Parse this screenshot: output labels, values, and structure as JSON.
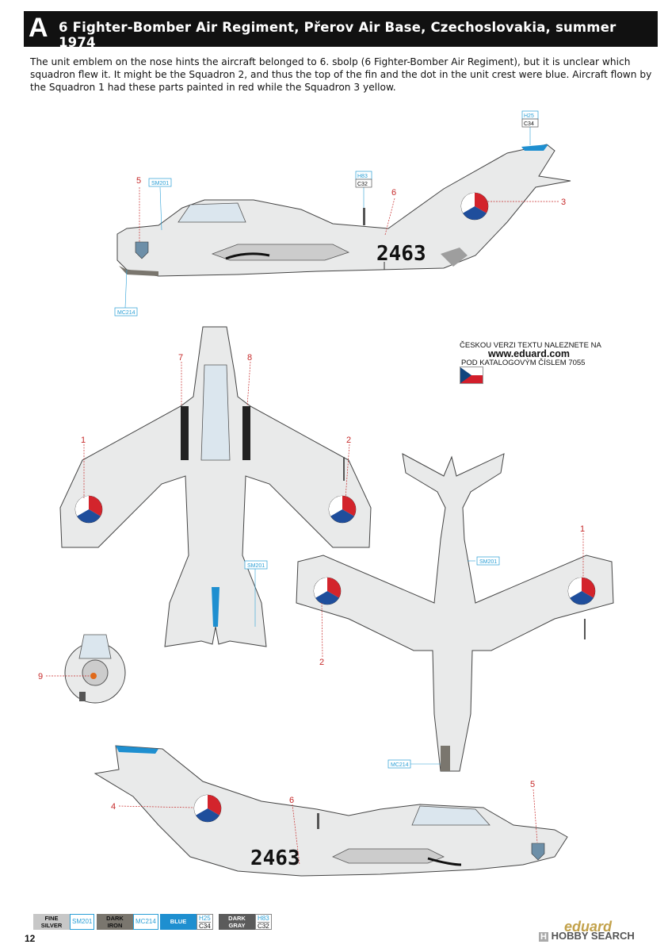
{
  "header": {
    "letter": "A",
    "title": "6 Fighter-Bomber Air Regiment, Přerov Air Base, Czechoslovakia, summer 1974"
  },
  "intro_text": "The unit emblem on the nose hints the aircraft belonged to 6. sbolp (6 Fighter-Bomber Air Regiment), but it is unclear which squadron flew it. It might be the Squadron 2, and thus the top of the fin and the dot in the unit crest were blue. Aircraft flown by the Squadron 1 had these parts painted in red while the Squadron 3 yellow.",
  "czech_note": {
    "line1": "ČESKOU VERZI TEXTU NALEZNETE NA",
    "url": "www.eduard.com",
    "line2": "POD KATALOGOVÝM ČÍSLEM 7055"
  },
  "serial": "2463",
  "paint_tags": {
    "sm201": "SM201",
    "mc214": "MC214",
    "h25": "H25",
    "c34": "C34",
    "h83": "H83",
    "c32": "C32"
  },
  "callouts": [
    "1",
    "2",
    "3",
    "4",
    "5",
    "6",
    "7",
    "8",
    "9"
  ],
  "legend": [
    {
      "name_line1": "FINE",
      "name_line2": "SILVER",
      "code": "SM201",
      "color": "#c7c7c7",
      "text_color": "#111111"
    },
    {
      "name_line1": "DARK",
      "name_line2": "IRON",
      "code": "MC214",
      "color": "#7a766e",
      "text_color": "#111111"
    },
    {
      "name_line1": "BLUE",
      "name_line2": "",
      "code_top": "H25",
      "code_bottom": "C34",
      "color": "#1e8fd0",
      "text_color": "#ffffff"
    },
    {
      "name_line1": "DARK",
      "name_line2": "GRAY",
      "code_top": "H83",
      "code_bottom": "C32",
      "color": "#5b5b5b",
      "text_color": "#ffffff"
    }
  ],
  "page_number": "12",
  "brand_logo": "eduard",
  "watermark": {
    "brand": "HOBBY SEARCH"
  },
  "colors": {
    "aircraft": "#e9eaea",
    "outline": "#444444",
    "blue": "#1e8fd0",
    "red": "#c62828",
    "roundel_blue": "#1f4e9c",
    "roundel_red": "#d3242c"
  }
}
